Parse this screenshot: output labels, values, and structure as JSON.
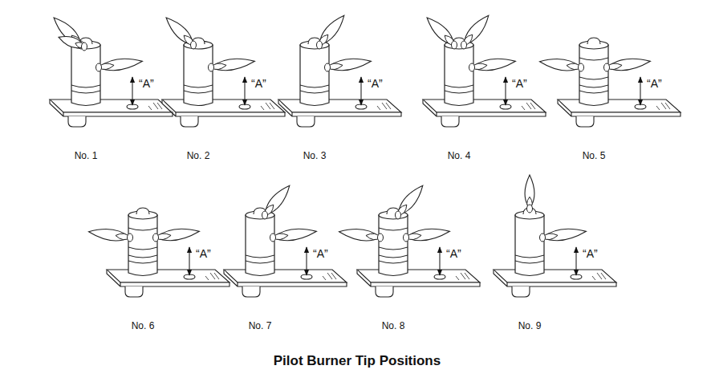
{
  "diagram": {
    "title": "Pilot Burner Tip Positions",
    "labels": [
      "“A”",
      "No. 1",
      "“A”",
      "No. 2",
      "“A”",
      "No. 3",
      "“A”",
      "No. 4",
      "“A”",
      "No. 5",
      "“A”",
      "No. 6",
      "“A”",
      "No. 7",
      "“A”",
      "No. 8",
      "“A”",
      "No. 9"
    ]
  }
}
